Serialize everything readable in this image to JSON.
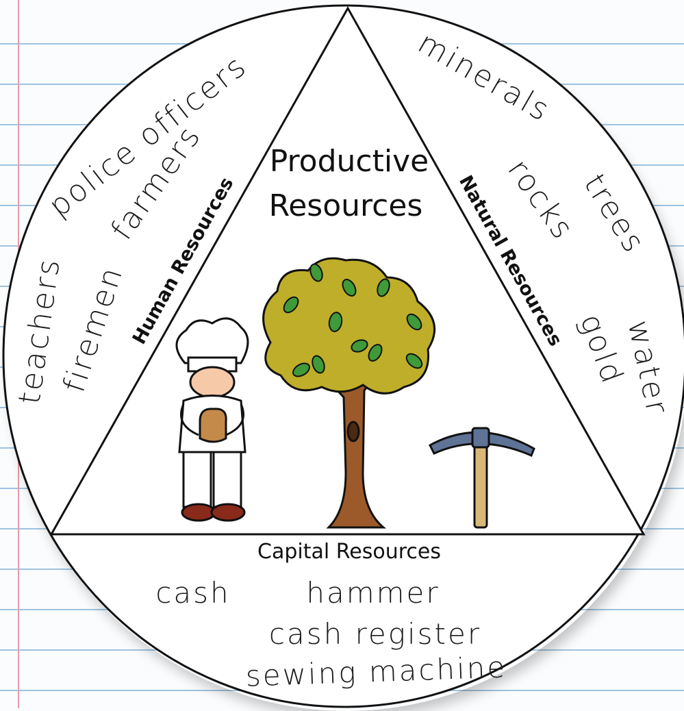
{
  "center_title": {
    "line1": "Productive",
    "line2": "Resources"
  },
  "sections": {
    "human": {
      "label": "Human Resources",
      "examples": [
        "police officers",
        "farmers",
        "teachers",
        "firemen"
      ]
    },
    "natural": {
      "label": "Natural Resources",
      "examples": [
        "minerals",
        "rocks",
        "trees",
        "gold",
        "water"
      ]
    },
    "capital": {
      "label": "Capital Resources",
      "examples": [
        "cash",
        "hammer",
        "cash register",
        "sewing machine"
      ]
    }
  },
  "illustrations": [
    "chef-icon",
    "tree-icon",
    "pickaxe-icon"
  ],
  "colors": {
    "paper": "#fbfcfd",
    "ruled_line": "#9dc3e0",
    "margin_line": "#e99aa8",
    "foliage": "#bfae2a",
    "trunk": "#9c5a2a",
    "pickaxe_head": "#5e7396"
  }
}
